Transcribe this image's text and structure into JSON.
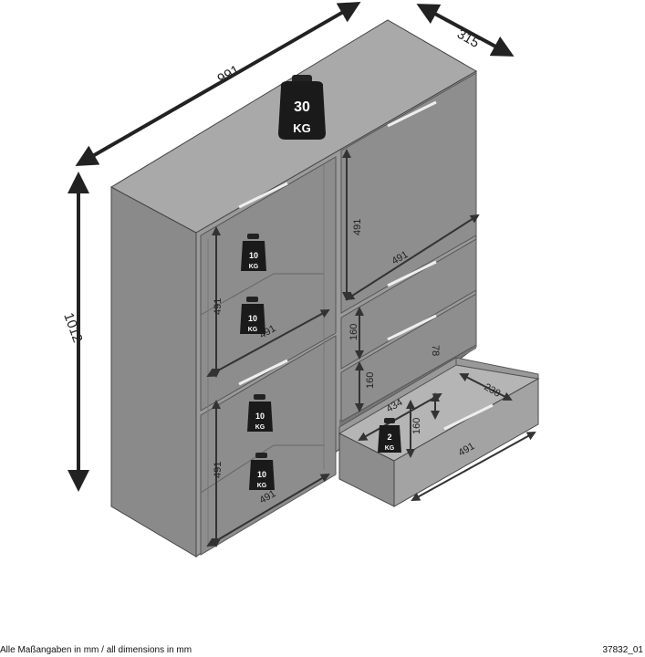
{
  "overall": {
    "width": "991",
    "depth": "315",
    "height": "1012"
  },
  "inner": {
    "shelf_height_left": "491",
    "shelf_width_left": "491",
    "upper_door_height": "491",
    "upper_door_width": "491",
    "drawer_front_height_a": "160",
    "drawer_front_height_b": "160",
    "drawer_internal_height": "78",
    "drawer_depth": "238",
    "drawer_length": "434",
    "drawer_height_c": "160",
    "drawer_width": "491"
  },
  "weights": {
    "top": {
      "value": "30",
      "unit": "KG"
    },
    "shelf": {
      "value": "10",
      "unit": "KG"
    },
    "drawer": {
      "value": "2",
      "unit": "KG"
    }
  },
  "footer": {
    "note": "Alle Maßangaben in mm / all dimensions in mm",
    "code": "37832_01"
  }
}
